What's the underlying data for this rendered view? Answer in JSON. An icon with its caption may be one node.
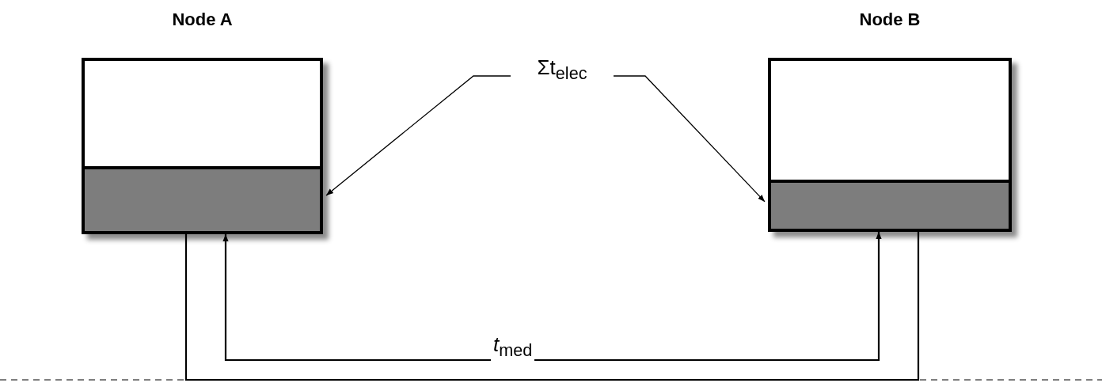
{
  "diagram": {
    "nodes": [
      {
        "text": [
          "Node A"
        ]
      },
      {
        "text": [],
        "shape": "box",
        "in": 0
      },
      {
        "text": [
          "Node B"
        ]
      },
      {
        "text": [],
        "shape": "box",
        "in": 2
      },
      {
        "text": [
          "Σt$_{elec}$"
        ]
      }
    ],
    "edges": [
      {
        "from": 4,
        "to": 1,
        "arrow": "to"
      },
      {
        "from": 4,
        "to": 3,
        "arrow": "to"
      },
      {
        "from": 1,
        "to": 3,
        "arrow": "both",
        "label": "*t*$_{med}$"
      },
      {
        "from": 1,
        "to": 3,
        "arrow": "none"
      }
    ]
  }
}
